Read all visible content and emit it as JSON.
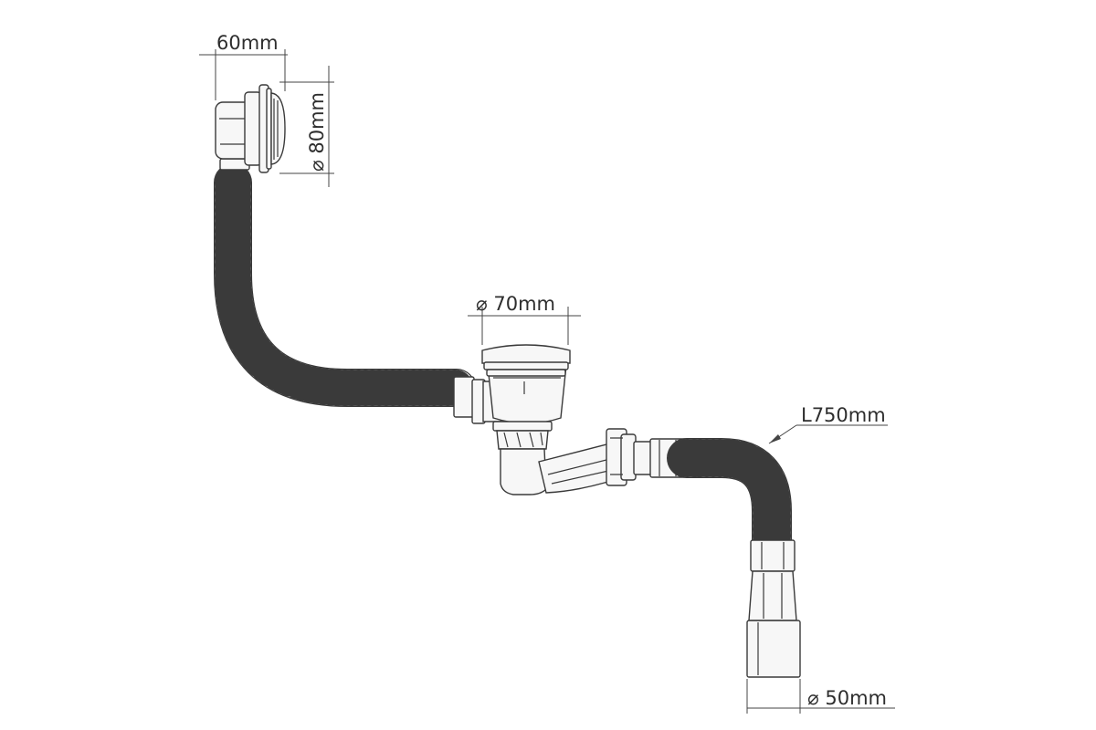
{
  "dimensions": {
    "overflow_width": "60mm",
    "overflow_diameter": "80mm",
    "plug_diameter": "70mm",
    "hose_length": "L750mm",
    "outlet_diameter": "50mm",
    "diameter_symbol": "⌀"
  }
}
